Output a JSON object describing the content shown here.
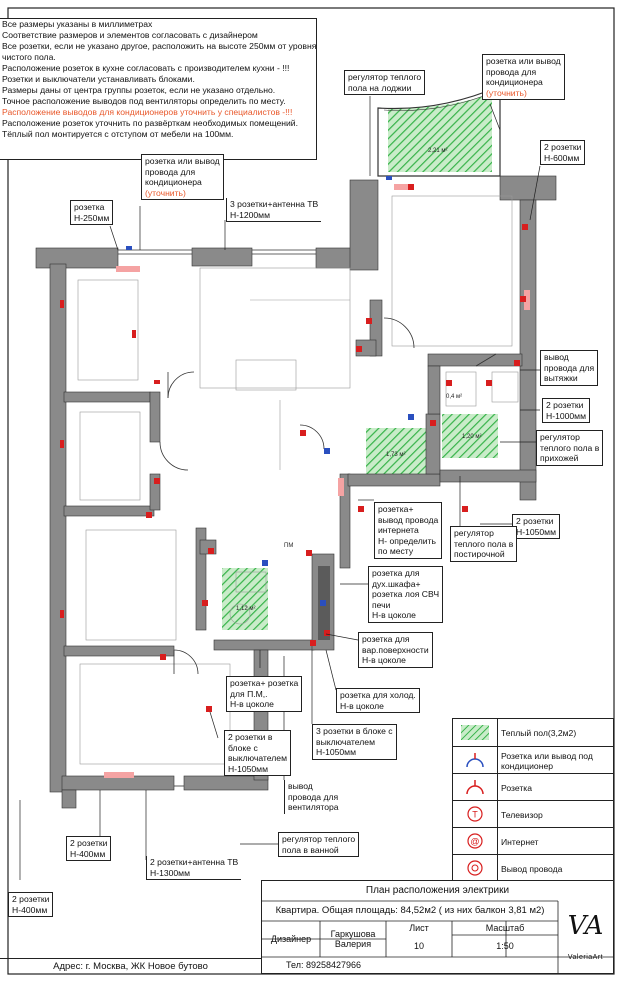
{
  "notes": [
    {
      "text": "Все размеры указаны в миллиметрах",
      "color": "#111111"
    },
    {
      "text": "Соответствие размеров и элементов согласовать с дизайнером",
      "color": "#111111"
    },
    {
      "text": "Все розетки, если не указано другое, расположить на высоте 250мм от уровня",
      "color": "#111111"
    },
    {
      "text": "чистого пола.",
      "color": "#111111"
    },
    {
      "text": "Расположение розеток в кухне согласовать с производителем кухни - !!!",
      "color": "#111111"
    },
    {
      "text": "Розетки и выключатели устанавливать блоками.",
      "color": "#111111"
    },
    {
      "text": "Размеры даны от центра группы розеток, если не указано отдельно.",
      "color": "#111111"
    },
    {
      "text": "Точное расположение выводов под вентиляторы определить по месту.",
      "color": "#111111"
    },
    {
      "text": "Расположение выводов для кондиционеров уточнить у специалистов -!!!",
      "color": "#e8572a"
    },
    {
      "text": "Расположение розеток уточнить по развёрткам необходимых помещений.",
      "color": "#111111"
    },
    {
      "text": "Тёплый пол монтируется с отступом от мебели на 100мм.",
      "color": "#111111"
    }
  ],
  "callouts": {
    "c1": {
      "lines": [
        "розетка или вывод",
        "провода для",
        "кондиционера"
      ],
      "note": "(уточнить)"
    },
    "c2": {
      "lines": [
        "регулятор теплого",
        "пола на лоджии"
      ]
    },
    "c3": {
      "lines": [
        "розетка или вывод",
        "провода для",
        "кондиционера"
      ],
      "note": "(уточнить)"
    },
    "c4": {
      "lines": [
        "2 розетки",
        "Н-600мм"
      ]
    },
    "c5": {
      "lines": [
        "розетка",
        "Н-250мм"
      ]
    },
    "c6": {
      "lines": [
        "3 розетки+антенна ТВ",
        "Н-1200мм"
      ]
    },
    "c7": {
      "lines": [
        "вывод",
        "провода для",
        "вытяжки"
      ]
    },
    "c8": {
      "lines": [
        "2 розетки",
        "Н-1000мм"
      ]
    },
    "c9": {
      "lines": [
        "регулятор",
        "теплого пола в",
        "прихожей"
      ]
    },
    "c10": {
      "lines": [
        "розетка+",
        "вывод провода",
        "интернета",
        "Н- определить",
        "по месту"
      ]
    },
    "c11": {
      "lines": [
        "2 розетки",
        "Н-1050мм"
      ]
    },
    "c12": {
      "lines": [
        "регулятор",
        "теплого пола в",
        "постирочной"
      ]
    },
    "c13": {
      "lines": [
        "розетка для",
        "дух.шкафа+",
        "розетка лоя СВЧ",
        "печи",
        "Н-в цоколе"
      ]
    },
    "c14": {
      "lines": [
        "розетка для",
        "вар.поверхности",
        "Н-в цоколе"
      ]
    },
    "c15": {
      "lines": [
        "розетка+ розетка",
        "для П.М,.",
        "Н-в цоколе"
      ]
    },
    "c16": {
      "lines": [
        "розетка для холод.",
        "Н-в цоколе"
      ]
    },
    "c17": {
      "lines": [
        "2 розетки в",
        "блоке с",
        "выключателем",
        "Н-1050мм"
      ]
    },
    "c18": {
      "lines": [
        "3 розетки в блоке с",
        "выключателем",
        "Н-1050мм"
      ]
    },
    "c19": {
      "lines": [
        "вывод",
        "провода для",
        "вентилятора"
      ]
    },
    "c20": {
      "lines": [
        "регулятор теплого",
        "пола в ванной"
      ]
    },
    "c21": {
      "lines": [
        "2 розетки",
        "Н-400мм"
      ]
    },
    "c22": {
      "lines": [
        "2 розетки+антенна ТВ",
        "Н-1300мм"
      ]
    },
    "c23": {
      "lines": [
        "2 розетки",
        "Н-400мм"
      ]
    }
  },
  "areas": {
    "loggia": "2,21 м²",
    "hall": "1,20 м²",
    "laundry": "1,73 м²",
    "bath": "1,12 м²",
    "small": "0,4 м²",
    "pm": "ПМ"
  },
  "legend": [
    {
      "label": "Теплый пол(3,2м2)",
      "icon": "hatch-icon"
    },
    {
      "label": "Розетка или вывод под кондиционер",
      "icon": "ac-outlet-icon"
    },
    {
      "label": "Розетка",
      "icon": "outlet-icon"
    },
    {
      "label": "Телевизор",
      "icon": "tv-icon"
    },
    {
      "label": "Интернет",
      "icon": "internet-icon"
    },
    {
      "label": "Вывод провода",
      "icon": "wire-icon"
    }
  ],
  "stamp": {
    "title": "План расположения электрики",
    "apartment": "Квартира. Общая площадь: 84,52м2 ( из них балкон 3,81 м2)",
    "designer_label": "Дизайнер",
    "designer_name": "Гаркушова Валерия",
    "sheet_label": "Лист",
    "sheet_value": "10",
    "scale_label": "Масштаб",
    "scale_value": "1:50",
    "phone": "Тел: 89258427966",
    "logo_text": "VA",
    "brand": "ValeriaArt"
  },
  "address": "Адрес: г. Москва, ЖК Новое бутово",
  "colors": {
    "wall": "#8a8a8a",
    "outlet_red": "#d81e1e",
    "ac_blue": "#2a4fbf",
    "heat_green": "#37b34a",
    "window_pink": "#f5a3a3",
    "note_orange": "#e8572a"
  }
}
